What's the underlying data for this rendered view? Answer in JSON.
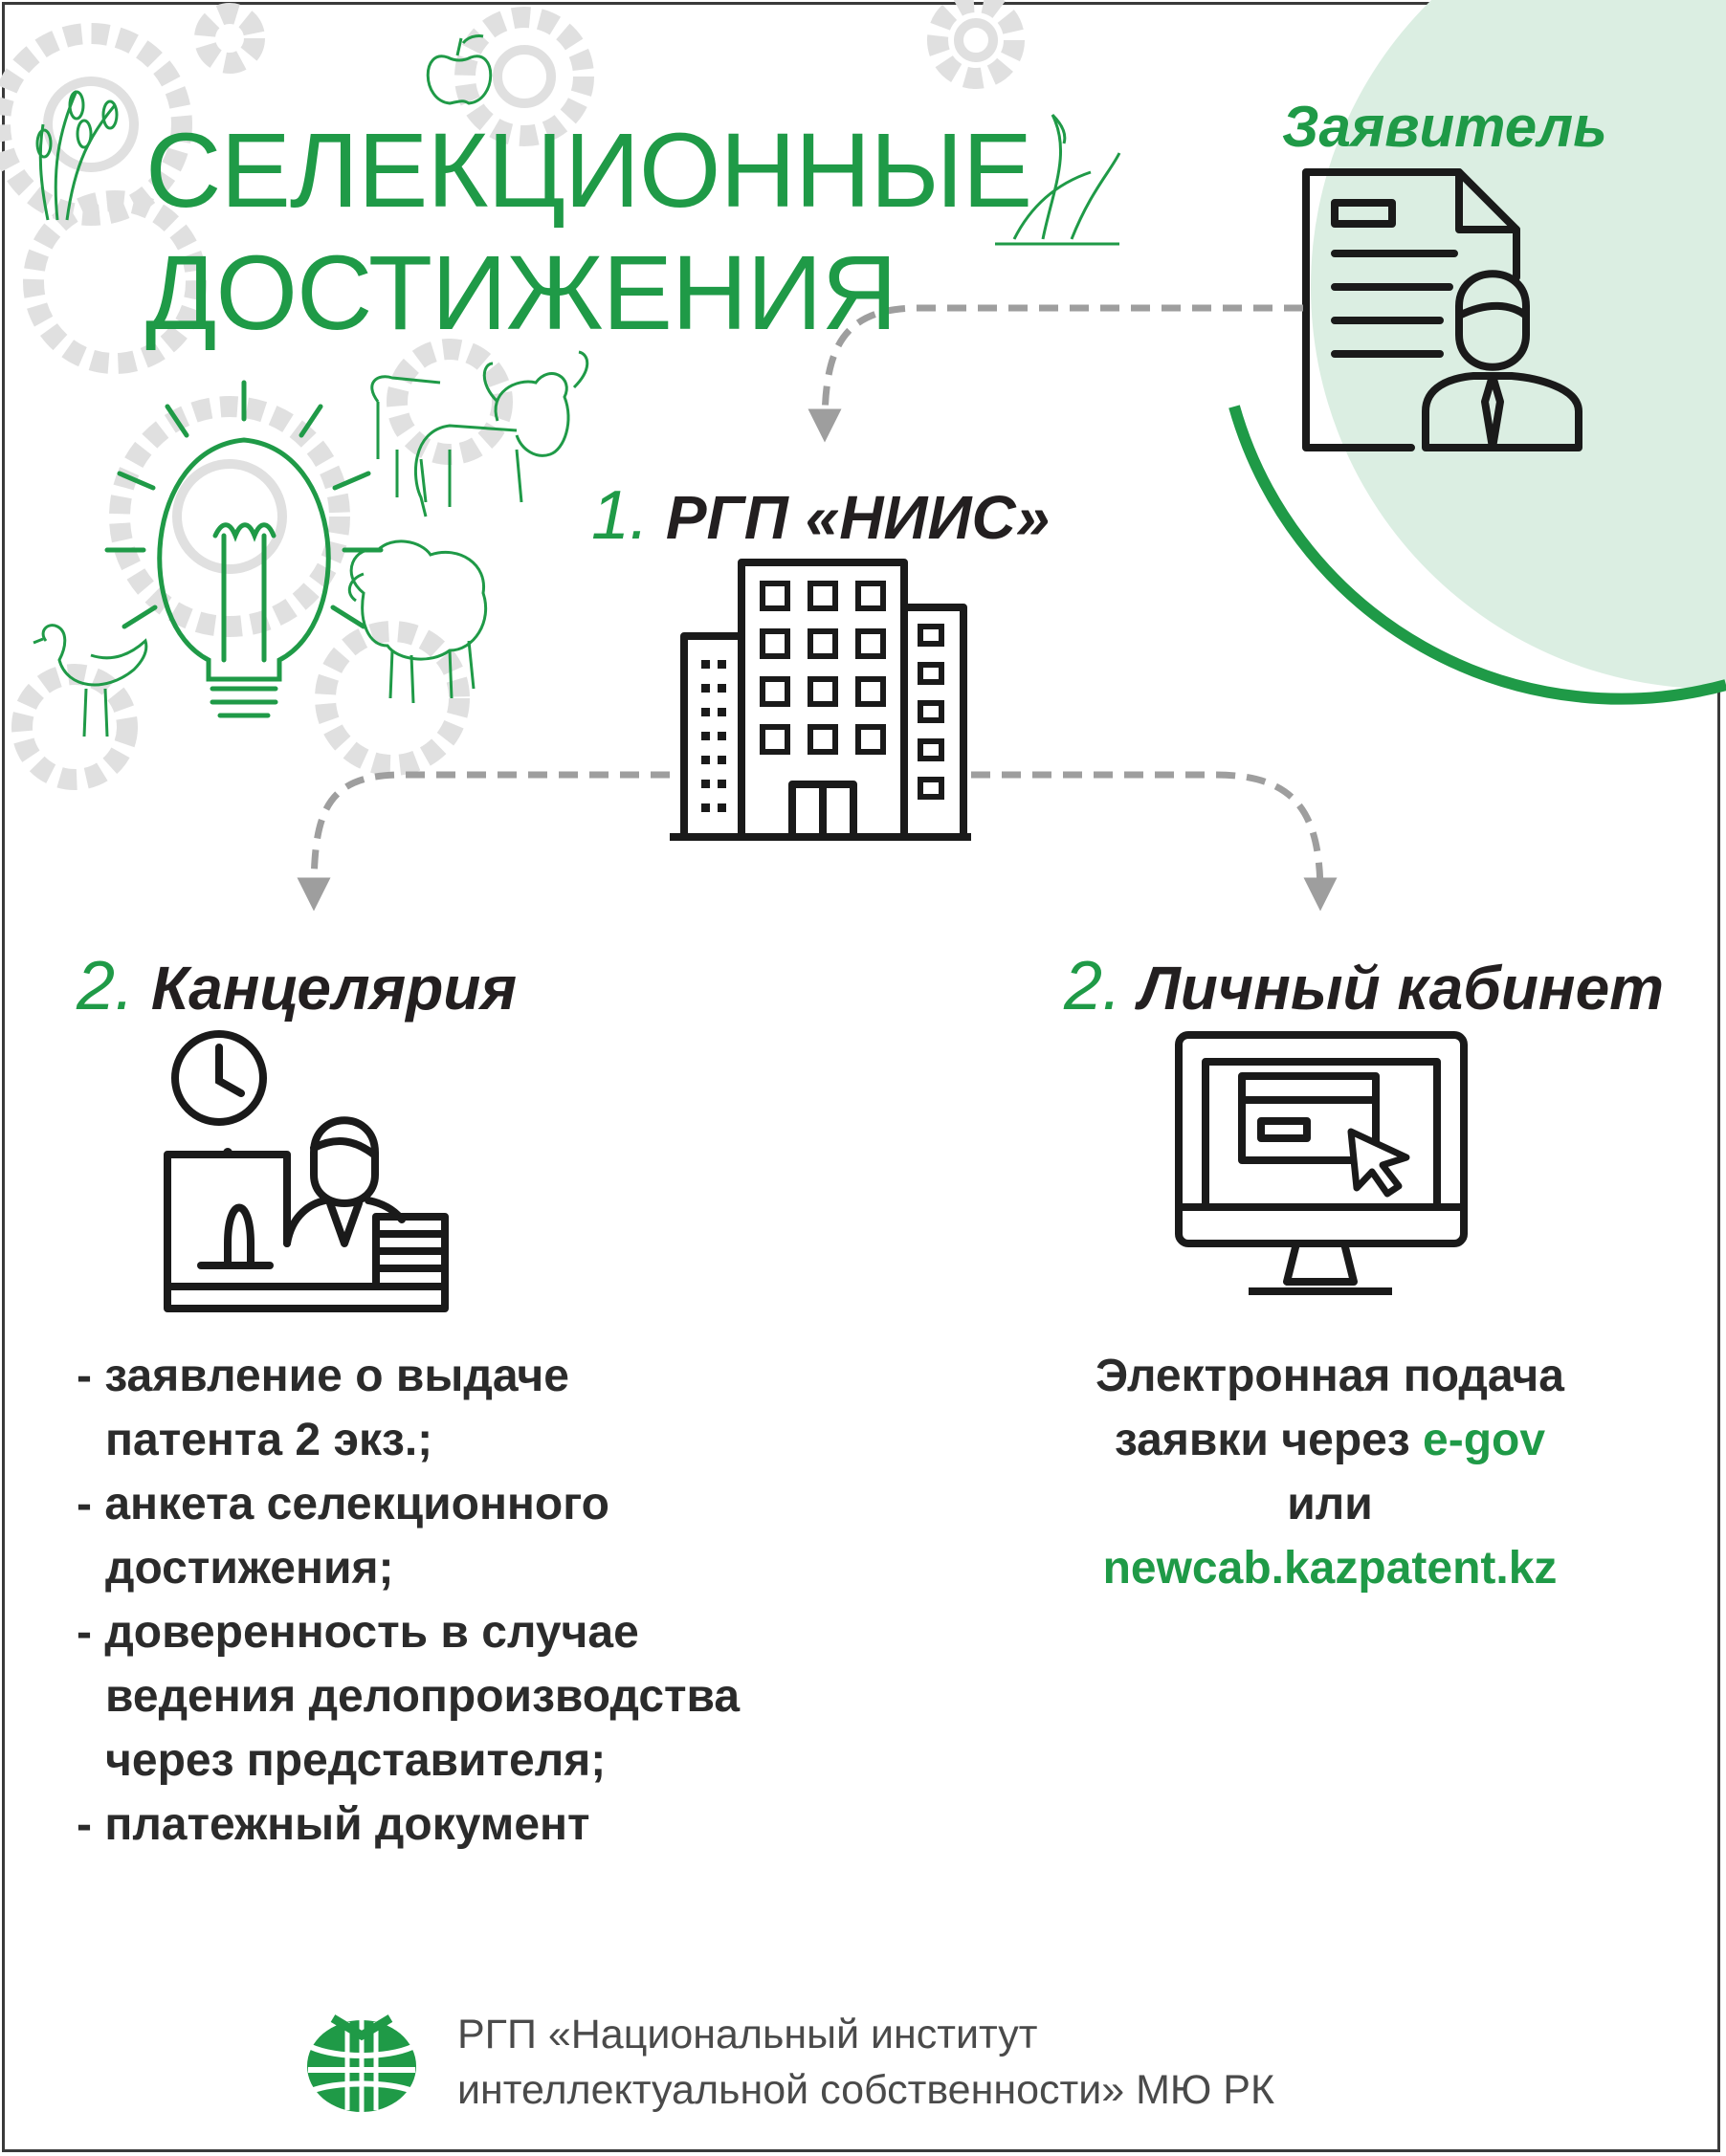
{
  "title": {
    "line1": "СЕЛЕКЦИОННЫЕ",
    "line2": "ДОСТИЖЕНИЯ"
  },
  "applicant": {
    "label": "Заявитель"
  },
  "step1": {
    "number": "1.",
    "label": "РГП «НИИС»"
  },
  "office": {
    "number": "2.",
    "label": "Канцелярия",
    "documents": [
      {
        "first": "- заявление о выдаче",
        "rest": "патента 2 экз.;"
      },
      {
        "first": "- анкета селекционного",
        "rest": "достижения;"
      },
      {
        "first": "- доверенность в случае",
        "rest": "ведения делопроизводства",
        "rest2": "через представителя;"
      },
      {
        "first": "- платежный документ"
      }
    ]
  },
  "cabinet": {
    "number": "2.",
    "label": "Личный кабинет",
    "line1": "Электронная подача",
    "line2_prefix": "заявки через ",
    "line2_link": "e-gov",
    "line3": "или",
    "line4_link": "newcab.kazpatent.kz"
  },
  "footer": {
    "line1": "РГП «Национальный институт",
    "line2": "интеллектуальной собственности» МЮ РК"
  },
  "colors": {
    "accent": "#1f9a47",
    "circle": "#dbeee2",
    "arrow": "#9e9e9e",
    "icon": "#1a1a1a"
  },
  "icons": [
    "gear-icon",
    "wheat-icon",
    "apple-icon",
    "grass-icon",
    "lightbulb-icon",
    "bull-icon",
    "cow-icon",
    "sheep-icon",
    "chicken-icon",
    "applicant-document-icon",
    "building-icon",
    "office-worker-icon",
    "clock-icon",
    "computer-monitor-icon",
    "cursor-icon",
    "organization-logo-icon"
  ]
}
